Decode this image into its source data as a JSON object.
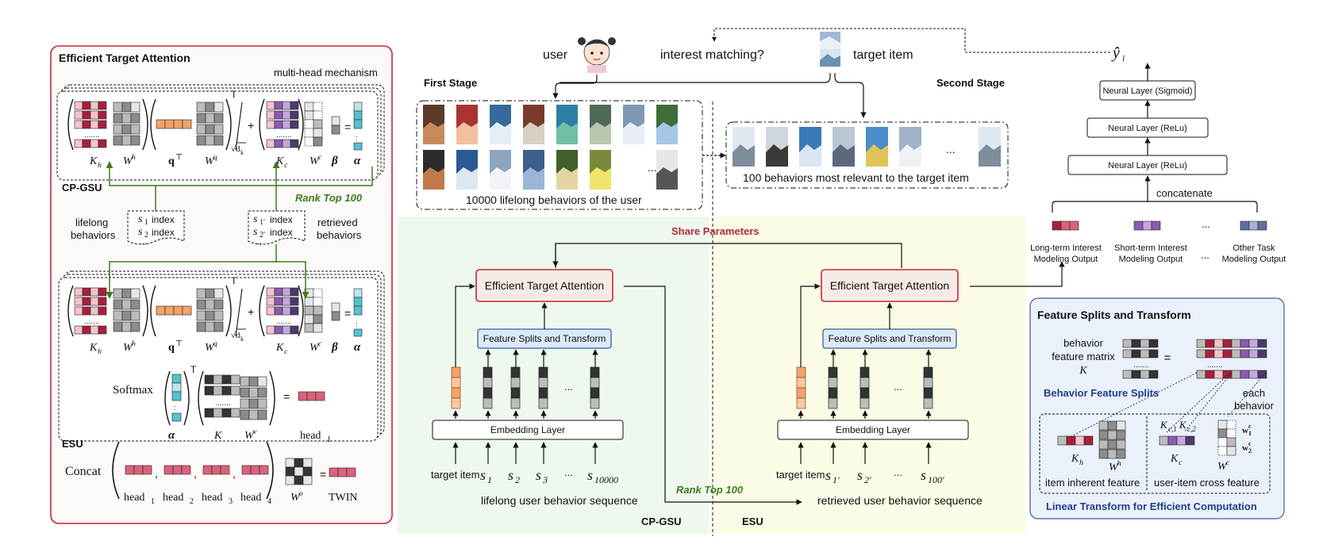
{
  "left_panel": {
    "title": "Efficient Target Attention",
    "multihead_label": "multi-head mechanism",
    "cp_gsu_label": "CP-GSU",
    "esu_label": "ESU",
    "rank_top": "Rank Top 100",
    "lifelong_line1": "lifelong",
    "lifelong_line2": "behaviors",
    "retrieved_line1": "retrieved",
    "retrieved_line2": "behaviors",
    "index_word": "index",
    "ellipsis": "...",
    "softmax": "Softmax",
    "concat": "Concat",
    "transpose": "T",
    "sqrt_dk": "√d",
    "sym_Kh": "K",
    "sym_Kh_sub": "h",
    "sym_Wh": "W",
    "sym_Wh_sup": "h",
    "sym_q": "q",
    "sym_q_sup": "⊤",
    "sym_Wq": "W",
    "sym_Wq_sup": "q",
    "sym_Kc": "K",
    "sym_Kc_sub": "c",
    "sym_Wc": "W",
    "sym_Wc_sup": "c",
    "sym_beta": "β",
    "sym_alpha": "α",
    "sym_K": "K",
    "sym_Wv": "W",
    "sym_Wv_sup": "v",
    "sym_Wo": "W",
    "sym_Wo_sup": "o",
    "head": "head",
    "twin": "TWIN"
  },
  "top": {
    "user": "user",
    "interest_matching": "interest matching?",
    "target_item": "target item",
    "y_hat": "ŷ",
    "y_sub": "i",
    "first_stage": "First Stage",
    "second_stage": "Second Stage",
    "lifelong_caption": "10000 lifelong behaviors of the user",
    "relevant_caption": "100 behaviors most relevant to the target item",
    "ellipsis": "..."
  },
  "middle": {
    "share_parameters": "Share Parameters",
    "eta": "Efficient Target Attention",
    "fst": "Feature Splits and Transform",
    "embedding": "Embedding Layer",
    "target_item": "target item",
    "left_seq_caption": "lifelong user behavior sequence",
    "right_seq_caption": "retrieved user behavior sequence",
    "rank_top": "Rank Top 100",
    "cp_gsu": "CP-GSU",
    "esu": "ESU",
    "s": "s",
    "left_subs": [
      "1",
      "2",
      "3",
      "10000"
    ],
    "right_subs": [
      "1′",
      "2′",
      "100′"
    ],
    "ellipsis": "..."
  },
  "right_top": {
    "sigmoid": "Neural Layer (Sigmoid)",
    "relu1": "Neural Layer (ReLu)",
    "relu2": "Neural Layer (ReLu)",
    "concatenate": "concatenate",
    "long_term_1": "Long-term Interest",
    "long_term_2": "Modeling Output",
    "short_term_1": "Short-term Interest",
    "short_term_2": "Modeling Output",
    "other_1": "Other Task",
    "other_2": "Modeling Output",
    "ellipsis": "..."
  },
  "fst_panel": {
    "title": "Feature Splits and Transform",
    "bfm_1": "behavior",
    "bfm_2": "feature matrix",
    "bfm_3": "K",
    "behavior_feature_splits": "Behavior Feature Splits",
    "each_1": "each",
    "each_2": "behavior",
    "item_inherent": "item inherent feature",
    "user_item_cross": "user-item cross feature",
    "linear_transform": "Linear Transform for Efficient Computation",
    "kc1": "K",
    "kc1_sub": "c,1",
    "kc2_sub": "c,2",
    "w1": "w",
    "w2": "w",
    "w_sup": "c",
    "w1_sub": "1",
    "w2_sub": "2"
  },
  "colors": {
    "red_border": "#c0273a",
    "green_arrow": "#3f7a1f",
    "share_red": "#b5283a",
    "blue_title": "#1f3f8a",
    "green_bg": "#eef8ee",
    "yellow_bg": "#fcfbe6",
    "blue_bg": "#eaf1fb"
  }
}
